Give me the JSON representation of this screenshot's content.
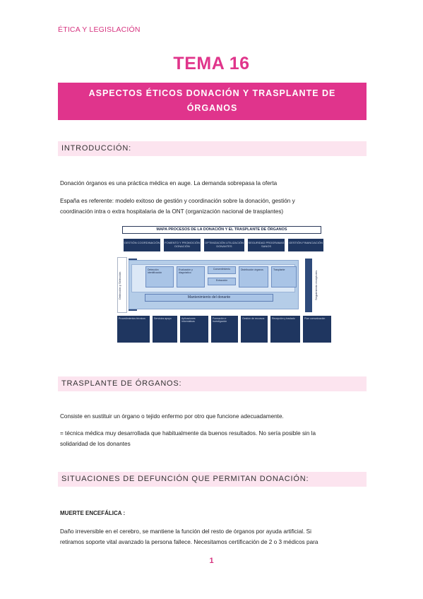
{
  "header": {
    "label": "ÉTICA Y LEGISLACIÓN"
  },
  "title": "TEMA 16",
  "banner": {
    "line1": "ASPECTOS ÉTICOS DONACIÓN Y TRASPLANTE DE",
    "line2": "ÓRGANOS"
  },
  "sections": {
    "intro": {
      "heading": "INTRODUCCIÓN:",
      "p1": "Donación órganos es una práctica médica en auge. La demanda sobrepasa la oferta",
      "p2_line1": "España es referente: modelo exitoso de gestión y coordinación sobre la donación, gestión y",
      "p2_line2": "coordinación intra o extra hospitalaria de la ONT (organización nacional de trasplantes)"
    },
    "trasplante": {
      "heading": "TRASPLANTE DE ÓRGANOS:",
      "p1": "Consiste en sustituir un órgano o tejido enfermo por otro que funcione adecuadamente.",
      "p2_line1": "= técnica médica muy desarrollada que habitualmente da buenos resultados. No sería posible sin la",
      "p2_line2": "solidaridad de los donantes"
    },
    "situaciones": {
      "heading": "SITUACIONES DE DEFUNCIÓN QUE PERMITAN DONACIÓN:",
      "subheading": "MUERTE ENCEFÁLICA :",
      "p1_line1": "Daño irreversible en el cerebro, se mantiene la función del resto de órganos por ayuda artificial. Si",
      "p1_line2": "retiramos soporte vital avanzado la persona fallece. Necesitamos certificación de 2 o 3 médicos para"
    }
  },
  "diagram": {
    "title": "MAPA PROCESOS DE LA DONACIÓN Y EL TRASPLANTE DE ÓRGANOS",
    "top_boxes": [
      "GESTIÓN COORDINACIÓN",
      "FOMENTO Y PROMOCIÓN DONACIÓN",
      "OPTIMIZACIÓN UTILIZACIÓN DONANTES",
      "SEGURIDAD PROGRAMAS SANOS",
      "GESTIÓN FINANCIACIÓN"
    ],
    "mid_boxes": [
      "Detección identificación",
      "Evaluación y diagnóstico",
      "Consentimiento",
      "Extracción",
      "Distribución órganos",
      "Trasplante"
    ],
    "mantenimiento": "Mantenimiento del donante",
    "left_label": "Detección y Selección",
    "right_label": "Seguimiento receptores",
    "bottom_boxes": [
      "Procedimientos técnicos",
      "Servicios apoyo",
      "Aplicaciones informáticas",
      "Formación e investigación",
      "Gestión de recursos",
      "Recepción y traslado",
      "Plan comunicación"
    ],
    "colors": {
      "dark": "#1f3660",
      "light": "#b5cde8",
      "accent": "#e0348c"
    }
  },
  "page_number": "1"
}
